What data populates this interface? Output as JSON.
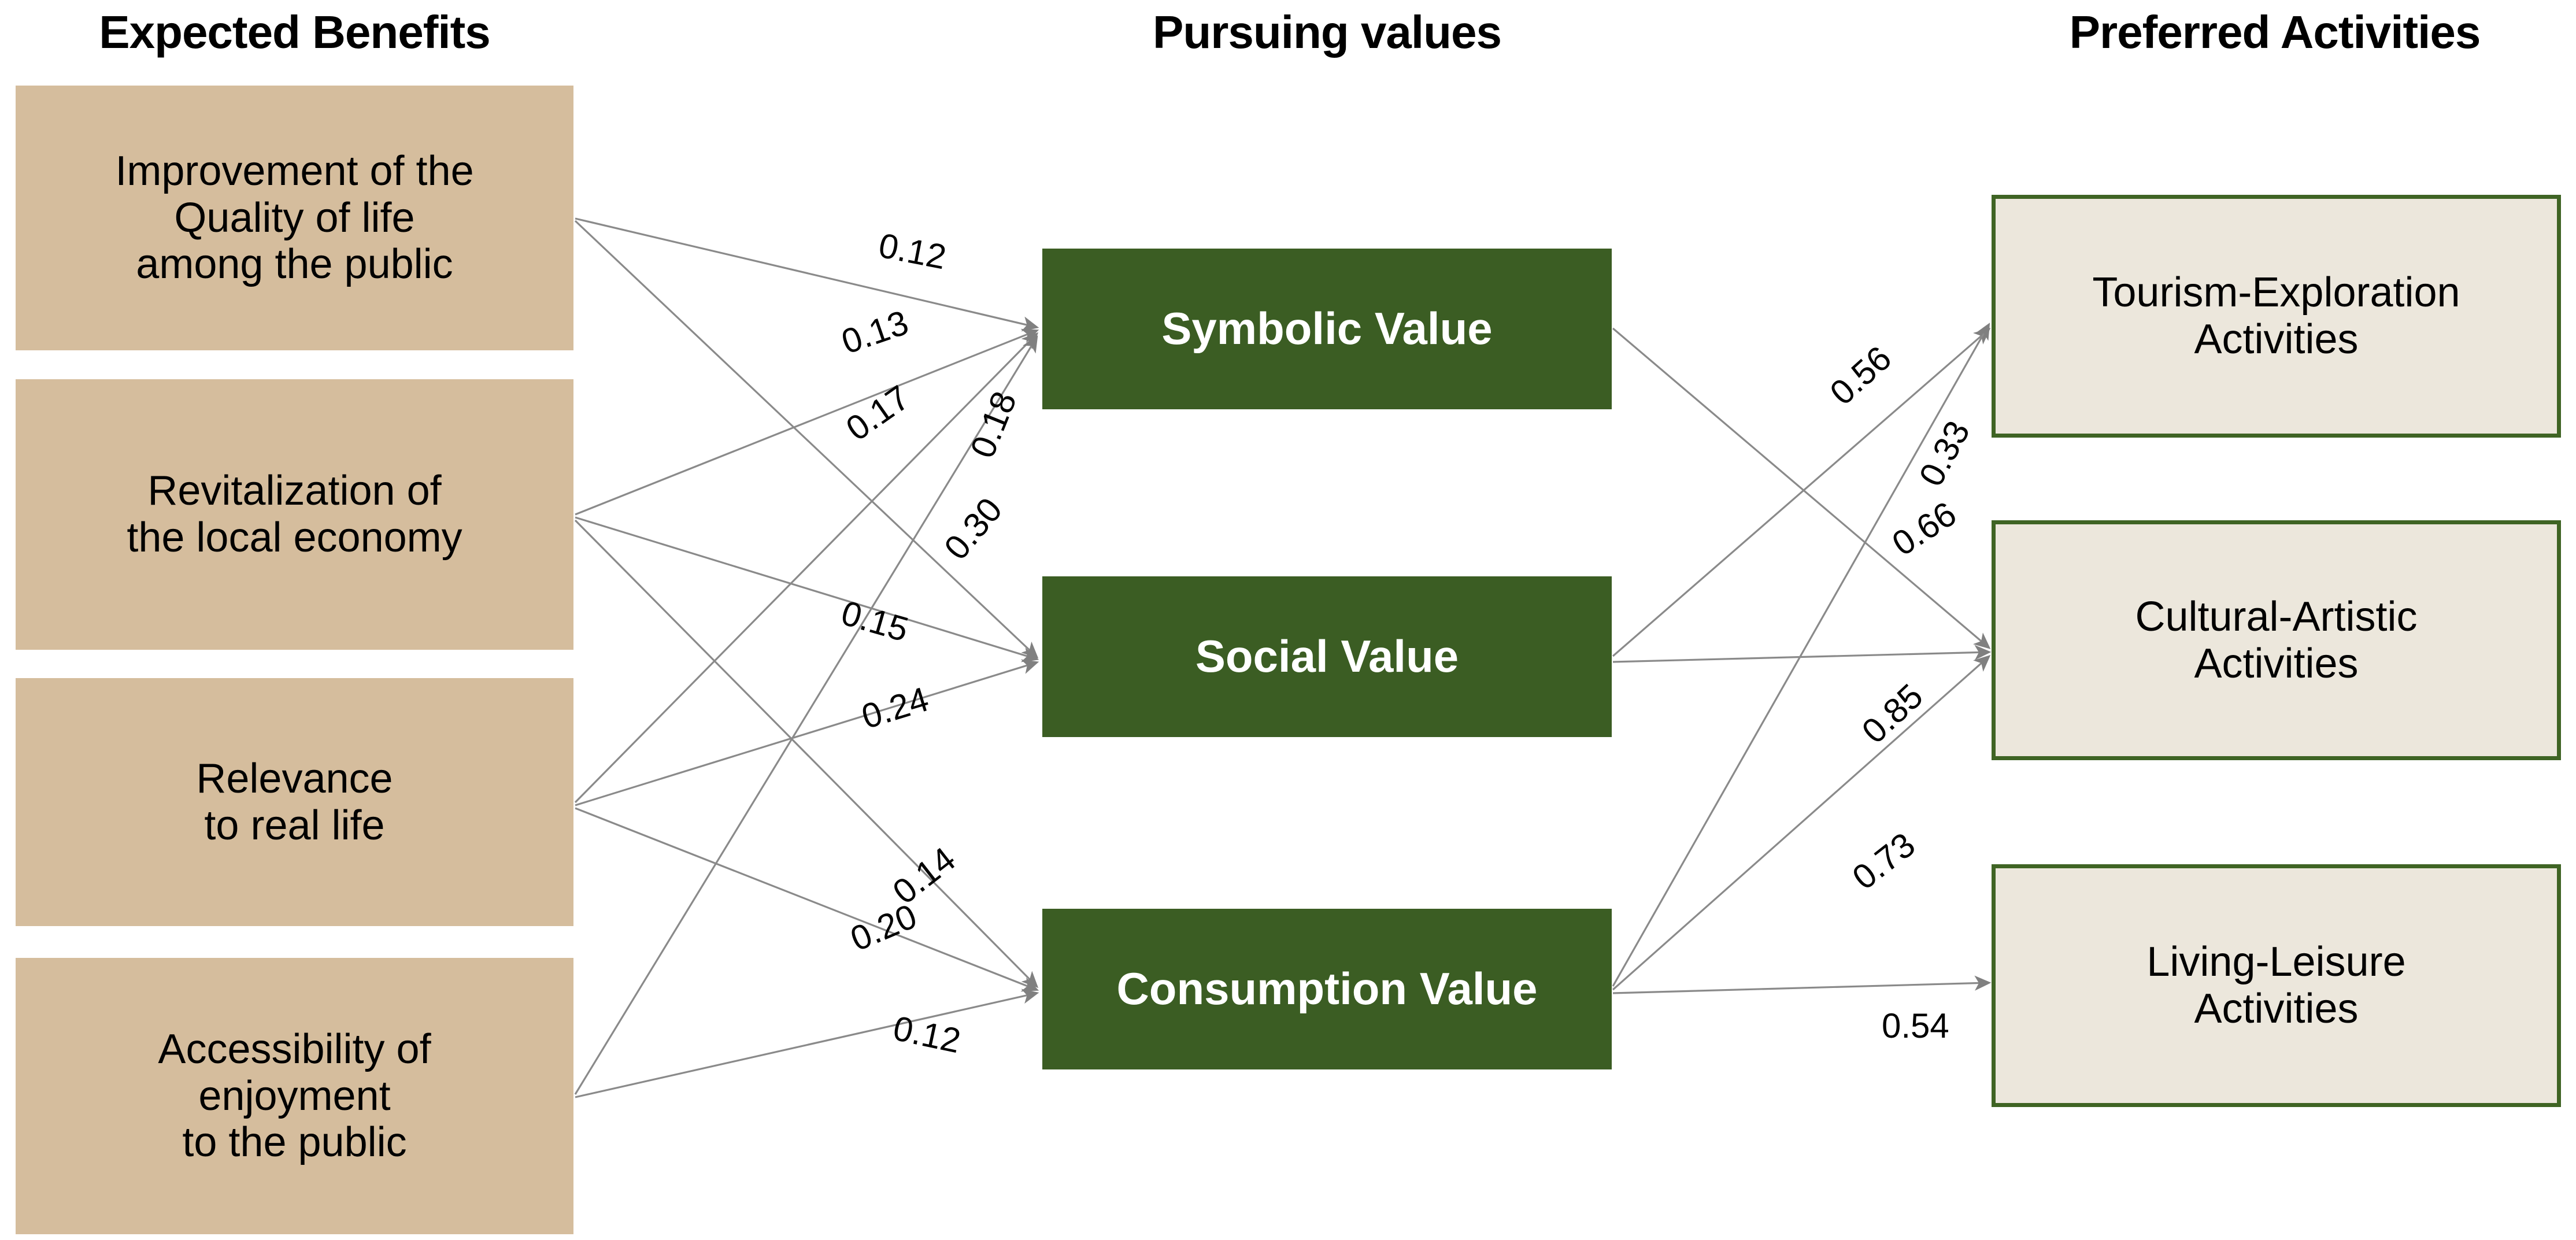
{
  "columns": {
    "left_header": "Expected Benefits",
    "middle_header": "Pursuing values",
    "right_header": "Preferred Activities"
  },
  "colors": {
    "benefit_fill": "#d5bd9d",
    "value_fill": "#3b5d23",
    "value_text": "#ffffff",
    "activity_fill": "#ece7dc",
    "activity_border": "#3f6424",
    "edge_line": "#7a7a7a",
    "arrowhead": "#808080",
    "background": "#ffffff",
    "text": "#000000"
  },
  "benefits": [
    {
      "id": "b1",
      "label": "Improvement of the\nQuality of life\namong the public"
    },
    {
      "id": "b2",
      "label": "Revitalization of\nthe local economy"
    },
    {
      "id": "b3",
      "label": "Relevance\nto real life"
    },
    {
      "id": "b4",
      "label": "Accessibility of\nenjoyment\nto the public"
    }
  ],
  "values": [
    {
      "id": "v1",
      "label": "Symbolic Value"
    },
    {
      "id": "v2",
      "label": "Social Value"
    },
    {
      "id": "v3",
      "label": "Consumption Value"
    }
  ],
  "activities": [
    {
      "id": "a1",
      "label": "Tourism-Exploration\nActivities"
    },
    {
      "id": "a2",
      "label": "Cultural-Artistic\nActivities"
    },
    {
      "id": "a3",
      "label": "Living-Leisure\nActivities"
    }
  ],
  "chart_data": {
    "type": "diagram",
    "title": "Path model of expected benefits, pursuing values and preferred activities",
    "node_groups": [
      {
        "name": "Expected Benefits",
        "nodes": [
          "Improvement of the Quality of life among the public",
          "Revitalization of the local economy",
          "Relevance to real life",
          "Accessibility of enjoyment to the public"
        ]
      },
      {
        "name": "Pursuing values",
        "nodes": [
          "Symbolic Value",
          "Social Value",
          "Consumption Value"
        ]
      },
      {
        "name": "Preferred Activities",
        "nodes": [
          "Tourism-Exploration Activities",
          "Cultural-Artistic Activities",
          "Living-Leisure Activities"
        ]
      }
    ],
    "edges": [
      {
        "from": "Improvement of the Quality of life among the public",
        "to": "Symbolic Value",
        "value": "0.12"
      },
      {
        "from": "Revitalization of the local economy",
        "to": "Symbolic Value",
        "value": "0.13"
      },
      {
        "from": "Relevance to real life",
        "to": "Symbolic Value",
        "value": "0.17"
      },
      {
        "from": "Accessibility of enjoyment to the public",
        "to": "Symbolic Value",
        "value": "0.18"
      },
      {
        "from": "Improvement of the Quality of life among the public",
        "to": "Social Value",
        "value": "0.30"
      },
      {
        "from": "Revitalization of the local economy",
        "to": "Social Value",
        "value": "0.15"
      },
      {
        "from": "Relevance to real life",
        "to": "Social Value",
        "value": "0.24"
      },
      {
        "from": "Revitalization of the local economy",
        "to": "Consumption Value",
        "value": "0.14"
      },
      {
        "from": "Relevance to real life",
        "to": "Consumption Value",
        "value": "0.20"
      },
      {
        "from": "Accessibility of enjoyment to the public",
        "to": "Consumption Value",
        "value": "0.12"
      },
      {
        "from": "Symbolic Value",
        "to": "Cultural-Artistic Activities",
        "value": "0.56"
      },
      {
        "from": "Social Value",
        "to": "Tourism-Exploration Activities",
        "value": "0.33"
      },
      {
        "from": "Social Value",
        "to": "Cultural-Artistic Activities",
        "value": "0.66"
      },
      {
        "from": "Consumption Value",
        "to": "Tourism-Exploration Activities",
        "value": "0.85"
      },
      {
        "from": "Consumption Value",
        "to": "Cultural-Artistic Activities",
        "value": "0.73"
      },
      {
        "from": "Consumption Value",
        "to": "Living-Leisure Activities",
        "value": "0.54"
      }
    ]
  },
  "edge_labels": {
    "e_b1_v1": "0.12",
    "e_b2_v1": "0.13",
    "e_b3_v1": "0.17",
    "e_b4_v1": "0.18",
    "e_b1_v2": "0.30",
    "e_b2_v2": "0.15",
    "e_b3_v2": "0.24",
    "e_b2_v3": "0.14",
    "e_b3_v3": "0.20",
    "e_b4_v3": "0.12",
    "e_v1_a2": "0.56",
    "e_v2_a1": "0.33",
    "e_v2_a2": "0.66",
    "e_v3_a1": "0.85",
    "e_v3_a2": "0.73",
    "e_v3_a3": "0.54"
  }
}
